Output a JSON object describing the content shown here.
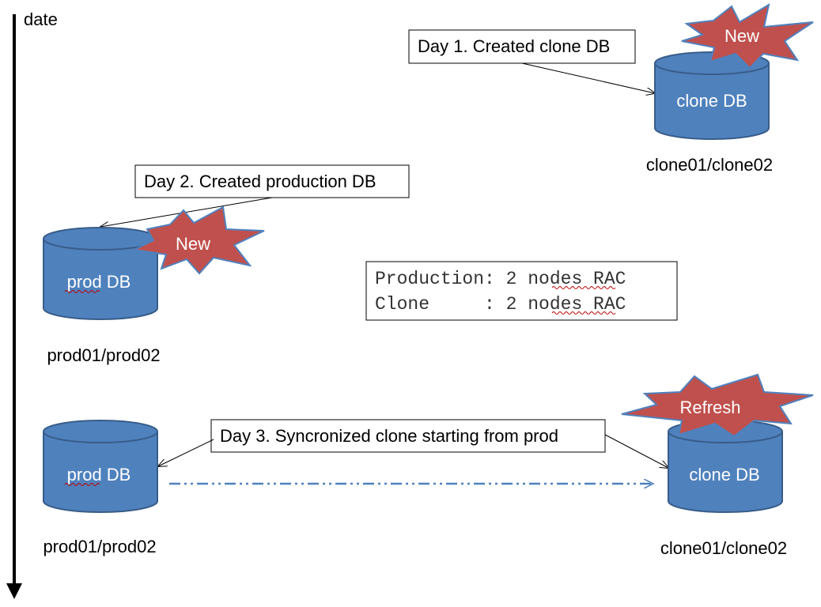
{
  "timeline": {
    "label": "date"
  },
  "day1": {
    "callout": "Day 1. Created clone DB",
    "db_label": "clone DB",
    "host": "clone01/clone02",
    "badge": "New"
  },
  "day2": {
    "callout": "Day 2. Created production DB",
    "db_label": "prod DB",
    "host": "prod01/prod02",
    "badge": "New"
  },
  "info_box": {
    "line1": "Production: 2 nodes RAC",
    "line2": "Clone     : 2 nodes RAC"
  },
  "day3": {
    "callout": "Day 3. Syncronized clone starting from prod",
    "source_db_label": "prod DB",
    "source_host": "prod01/prod02",
    "target_db_label": "clone DB",
    "target_host": "clone01/clone02",
    "badge": "Refresh"
  },
  "colors": {
    "db_fill": "#4f81bd",
    "db_stroke": "#385d8a",
    "burst_fill": "#c0504d",
    "burst_stroke": "#4f81bd",
    "sync_arrow": "#4f81bd"
  }
}
